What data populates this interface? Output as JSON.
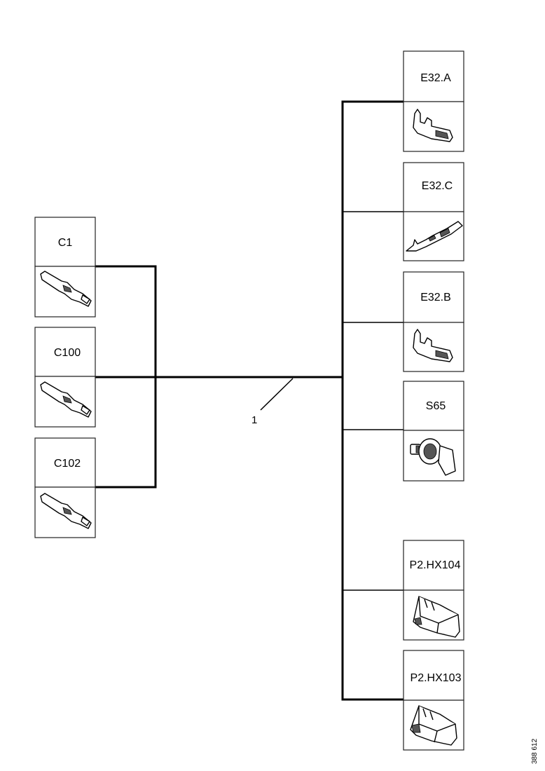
{
  "connectors_left": [
    {
      "id": "C1",
      "label": "C1",
      "illustration": "crimp-terminal-pin"
    },
    {
      "id": "C100",
      "label": "C100",
      "illustration": "crimp-terminal-pin"
    },
    {
      "id": "C102",
      "label": "C102",
      "illustration": "crimp-terminal-pin"
    }
  ],
  "connectors_right": [
    {
      "id": "E32A",
      "label": "E32.A",
      "illustration": "flat-receptacle-terminal"
    },
    {
      "id": "E32C",
      "label": "E32.C",
      "illustration": "long-receptacle-terminal"
    },
    {
      "id": "E32B",
      "label": "E32.B",
      "illustration": "flat-receptacle-terminal"
    },
    {
      "id": "S65",
      "label": "S65",
      "illustration": "rotary-switch"
    },
    {
      "id": "P2HX104",
      "label": "P2.HX104",
      "illustration": "connector-housing"
    },
    {
      "id": "P2HX103",
      "label": "P2.HX103",
      "illustration": "connector-housing"
    }
  ],
  "wire": {
    "label": "1"
  },
  "figure_id": "388 612"
}
